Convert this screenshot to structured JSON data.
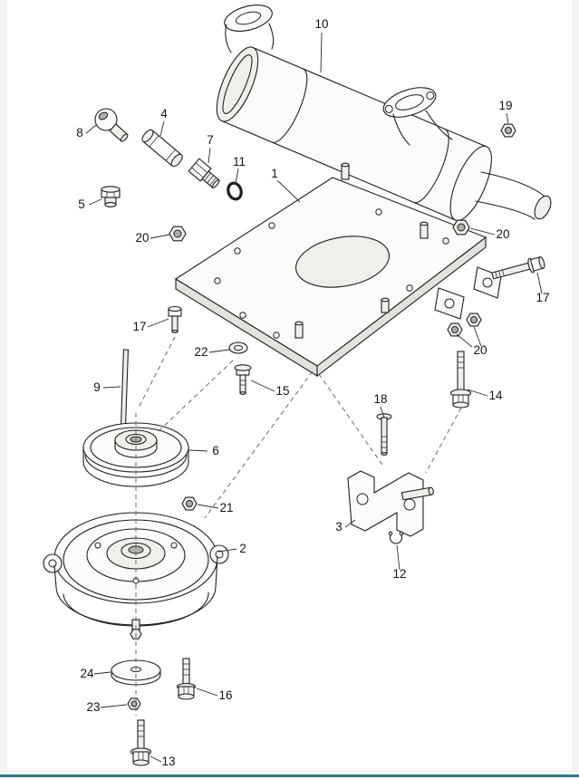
{
  "page": {
    "background": "#f3f3f0",
    "canvas_background": "#ffffff",
    "line_color": "#1f1f1f",
    "footer_bar_color": "#2e7d84"
  },
  "callouts": [
    {
      "label": "10"
    },
    {
      "label": "19"
    },
    {
      "label": "8"
    },
    {
      "label": "4"
    },
    {
      "label": "7"
    },
    {
      "label": "11"
    },
    {
      "label": "5"
    },
    {
      "label": "1"
    },
    {
      "label": "20"
    },
    {
      "label": "20"
    },
    {
      "label": "20"
    },
    {
      "label": "17"
    },
    {
      "label": "17"
    },
    {
      "label": "22"
    },
    {
      "label": "15"
    },
    {
      "label": "9"
    },
    {
      "label": "14"
    },
    {
      "label": "18"
    },
    {
      "label": "6"
    },
    {
      "label": "3"
    },
    {
      "label": "12"
    },
    {
      "label": "21"
    },
    {
      "label": "2"
    },
    {
      "label": "24"
    },
    {
      "label": "16"
    },
    {
      "label": "23"
    },
    {
      "label": "13"
    }
  ]
}
